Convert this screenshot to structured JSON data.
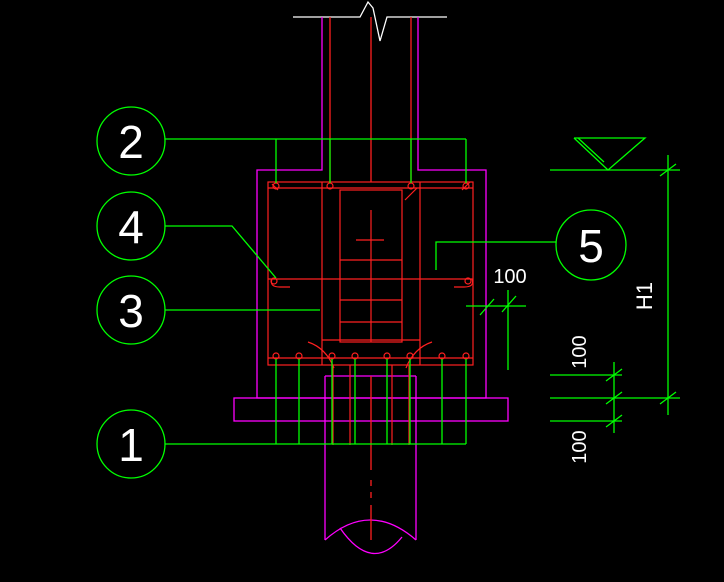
{
  "canvas": {
    "background": "#000000",
    "colors": {
      "leader": "#00ff00",
      "rebar": "#ff2020",
      "concrete": "#ff00ff",
      "break_line": "#ffffff",
      "text": "#ffffff"
    }
  },
  "callouts": [
    {
      "id": "2",
      "label": "2"
    },
    {
      "id": "4",
      "label": "4"
    },
    {
      "id": "3",
      "label": "3"
    },
    {
      "id": "1",
      "label": "1"
    },
    {
      "id": "5",
      "label": "5"
    }
  ],
  "dimensions": {
    "bar_spacing_label": "100",
    "height_label": "H1",
    "upper_spacing_label": "100",
    "lower_spacing_label": "100"
  }
}
